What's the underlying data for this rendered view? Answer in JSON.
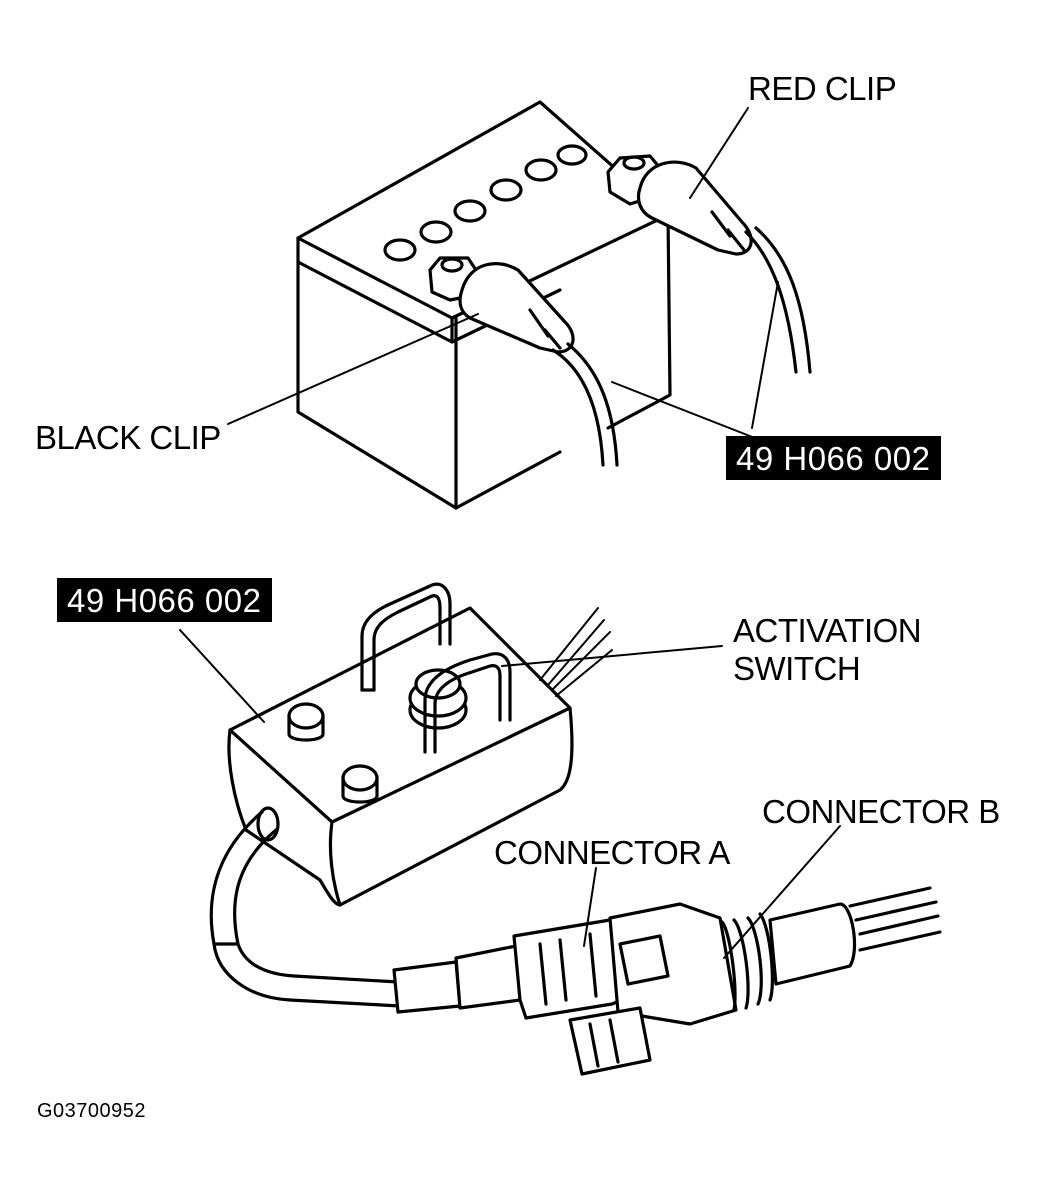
{
  "labels": {
    "red_clip": "RED CLIP",
    "black_clip": "BLACK CLIP",
    "tool_top": "49 H066 002",
    "tool_bottom": "49 H066 002",
    "activation_switch_line1": "ACTIVATION",
    "activation_switch_line2": "SWITCH",
    "connector_a": "CONNECTOR A",
    "connector_b": "CONNECTOR B"
  },
  "figure_id": "G03700952",
  "colors": {
    "ink": "#000000",
    "paper": "#ffffff"
  }
}
